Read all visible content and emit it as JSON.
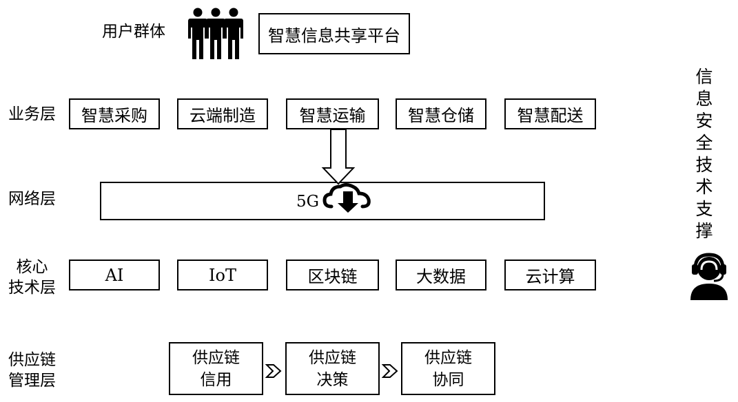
{
  "user_group": {
    "label": "用户群体",
    "platform": "智慧信息共享平台"
  },
  "business_layer": {
    "label": "业务层",
    "items": [
      "智慧采购",
      "云端制造",
      "智慧运输",
      "智慧仓储",
      "智慧配送"
    ]
  },
  "network_layer": {
    "label": "网络层",
    "text": "5G"
  },
  "core_tech_layer": {
    "label_line1": "核心",
    "label_line2": "技术层",
    "items": [
      "AI",
      "IoT",
      "区块链",
      "大数据",
      "云计算"
    ]
  },
  "scm_layer": {
    "label_line1": "供应链",
    "label_line2": "管理层",
    "items": [
      {
        "line1": "供应链",
        "line2": "信用"
      },
      {
        "line1": "供应链",
        "line2": "决策"
      },
      {
        "line1": "供应链",
        "line2": "协同"
      }
    ]
  },
  "security": {
    "chars": [
      "信",
      "息",
      "安",
      "全",
      "技",
      "术",
      "支",
      "撑"
    ]
  },
  "icons": {
    "people": "people-group-icon",
    "cloud": "cloud-download-icon",
    "support": "headset-support-icon",
    "arrow": "down-arrow-icon",
    "chevron": "chevron-right-icon"
  }
}
